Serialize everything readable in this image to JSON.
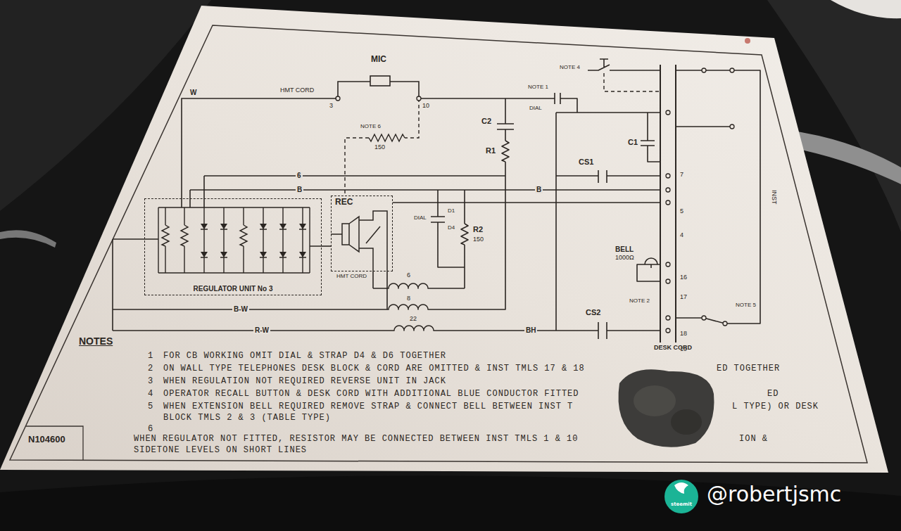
{
  "diagram": {
    "nodes": [
      {
        "text": [
          "MIC"
        ]
      },
      {
        "text": [
          "REGULATOR UNIT No 3"
        ]
      },
      {
        "text": [
          "REC"
        ]
      },
      {
        "text": [
          "DESK CORD"
        ]
      }
    ],
    "edges": [
      {
        "from": 0,
        "to": 1,
        "arrow": "none"
      },
      {
        "from": 1,
        "to": 2,
        "arrow": "none"
      },
      {
        "from": 2,
        "to": 3,
        "arrow": "none"
      }
    ],
    "labels": [
      "W",
      "HMT CORD",
      "3",
      "10",
      "NOTE 6",
      "150",
      "C2",
      "R1",
      "NOTE 4",
      "NOTE 1",
      "DIAL",
      "C1",
      "CS1",
      "6",
      "B",
      "B",
      "DIAL",
      "D1",
      "D4",
      "R2",
      "150",
      "HMT CORD",
      "6",
      "8",
      "B-W",
      "R-W",
      "22",
      "BH",
      "BELL",
      "1000Ω",
      "CS2",
      "NOTE 2",
      "NOTE 5",
      "INST",
      "7",
      "5",
      "4",
      "16",
      "17",
      "18",
      "19",
      "NOTES",
      "1",
      "FOR CB WORKING OMIT DIAL & STRAP D4 & D6 TOGETHER",
      "2",
      "ON WALL TYPE TELEPHONES DESK BLOCK & CORD ARE OMITTED & INST TMLS 17 & 18",
      "ED TOGETHER",
      "3",
      "WHEN REGULATION NOT REQUIRED REVERSE UNIT IN JACK",
      "4",
      "OPERATOR RECALL BUTTON & DESK CORD WITH ADDITIONAL BLUE CONDUCTOR FITTED",
      "ED",
      "5",
      "WHEN EXTENSION BELL REQUIRED REMOVE STRAP & CONNECT BELL BETWEEN INST T",
      "L TYPE) OR DESK",
      "BLOCK TMLS 2 & 3 (TABLE TYPE)",
      "6",
      "WHEN REGULATOR NOT FITTED, RESISTOR MAY BE CONNECTED BETWEEN INST TMLS 1 & 10",
      "ION &",
      "SIDETONE LEVELS ON SHORT LINES",
      "N104600",
      "steemit",
      "@robertjsmc"
    ]
  }
}
